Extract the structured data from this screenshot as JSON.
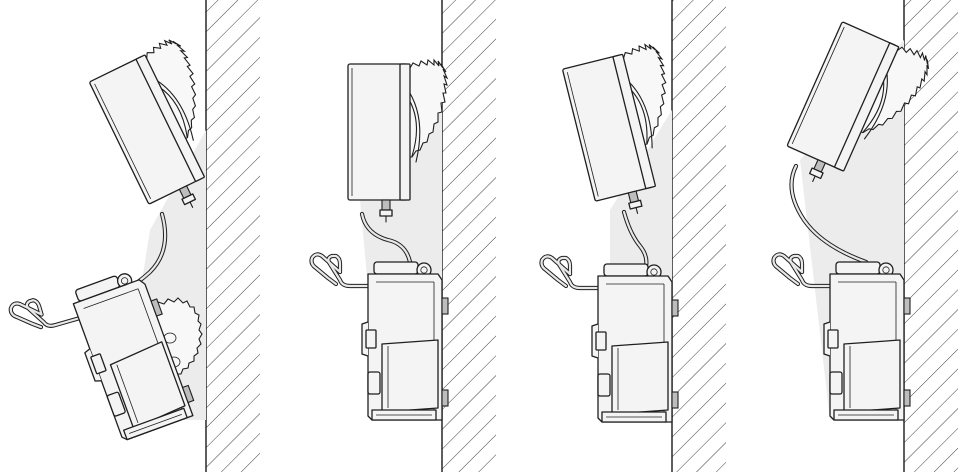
{
  "figure": {
    "panel_count": 4,
    "panels": [
      {
        "id": "panel-1",
        "panel_tilt_deg": 26,
        "camera_tilt_deg": -20,
        "camera_detached": true
      },
      {
        "id": "panel-2",
        "panel_tilt_deg": 0,
        "camera_tilt_deg": 0,
        "camera_detached": false
      },
      {
        "id": "panel-3",
        "panel_tilt_deg": -14,
        "camera_tilt_deg": 0,
        "camera_detached": false
      },
      {
        "id": "panel-4",
        "panel_tilt_deg": 24,
        "camera_tilt_deg": 0,
        "camera_detached": false
      }
    ],
    "colors": {
      "line": "#1f1f1f",
      "fill": "#f4f4f4",
      "shadow": "#ececec",
      "background": "#ffffff"
    }
  }
}
